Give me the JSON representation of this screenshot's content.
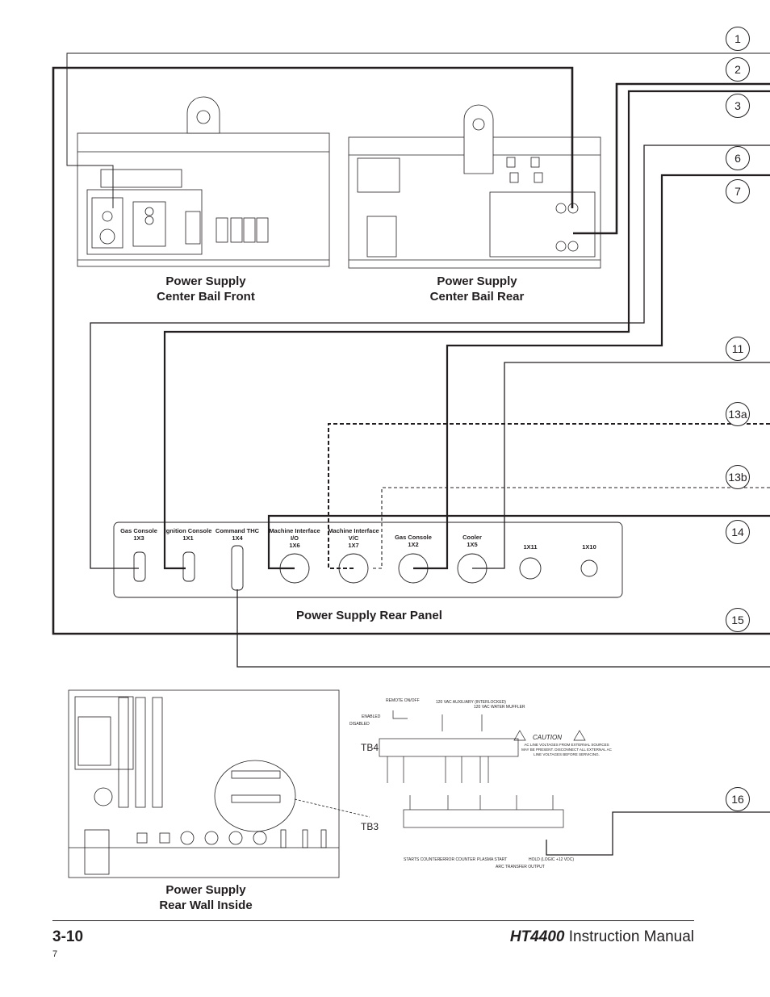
{
  "labels": {
    "front": [
      "Power Supply",
      "Center Bail Front"
    ],
    "rear": [
      "Power Supply",
      "Center Bail Rear"
    ],
    "rear_panel": "Power Supply Rear Panel",
    "rear_wall": [
      "Power Supply",
      "Rear Wall Inside"
    ]
  },
  "callouts": [
    "1",
    "2",
    "3",
    "6",
    "7",
    "11",
    "13a",
    "13b",
    "14",
    "15",
    "16"
  ],
  "connectors": [
    {
      "name": "Gas Console",
      "id": "1X3"
    },
    {
      "name": "Ignition Console",
      "id": "1X1"
    },
    {
      "name": "Command THC",
      "id": "1X4"
    },
    {
      "name": "Machine Interface I/O",
      "id": "1X6"
    },
    {
      "name": "Machine Interface V/C",
      "id": "1X7"
    },
    {
      "name": "Gas Console",
      "id": "1X2"
    },
    {
      "name": "Cooler",
      "id": "1X5"
    }
  ],
  "extra_ports": [
    "1X11",
    "1X10"
  ],
  "terminal_blocks": {
    "tb4": "TB4",
    "tb3": "TB3",
    "remote": "REMOTE ON/OFF",
    "enabled": "ENABLED",
    "disabled": "DISABLED",
    "aux": "120 VAC AUXILIARY (INTERLOCKED)",
    "water": "120 VAC WATER MUFFLER",
    "caution_title": "CAUTION",
    "caution_text": "AC LINE VOLTAGES FROM EXTERNAL SOURCES MAY BE PRESENT. DISCONNECT ALL EXTERNAL AC LINE VOLTAGES BEFORE SERVICING.",
    "bottom_labels": [
      "STARTS COUNTER",
      "ERROR COUNTER",
      "PLASMA START",
      "ARC TRANSFER OUTPUT",
      "HOLD (LOGIC +12 VDC)"
    ]
  },
  "footer": {
    "page_number": "3-10",
    "manual_model": "HT4400",
    "manual_title": " Instruction Manual",
    "sheet": "7"
  }
}
